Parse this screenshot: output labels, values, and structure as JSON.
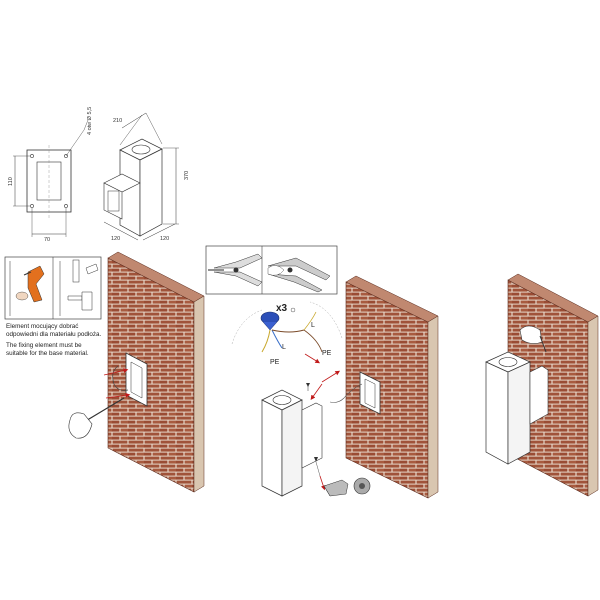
{
  "drawing": {
    "plate_width": "70",
    "plate_height": "110",
    "hole_note": "4 otw Ø 5,5",
    "top_width": "210",
    "height": "370",
    "depth_left": "120",
    "depth_right": "120"
  },
  "note": {
    "line1": "Element mocujący dobrać",
    "line2": "odpowiedni dla materiału podłoża.",
    "line3": "The fixing element must be",
    "line4": "suitable for the base material."
  },
  "wiring": {
    "count": "x3",
    "wire_l_top": "L",
    "wire_l_left": "L",
    "wire_pe_left": "PE",
    "wire_pe_right": "PE"
  },
  "colors": {
    "brick": "#a0533a",
    "mortar": "#e6d6c8",
    "wall_side": "#d9c6b0",
    "arrow_red": "#c01818",
    "connector_blue": "#2c4fb8"
  }
}
